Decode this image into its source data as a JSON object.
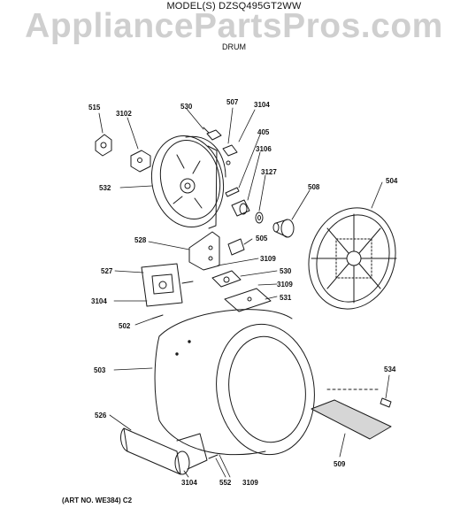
{
  "header": {
    "model_text": "MODEL(S) DZSQ495GT2WW",
    "watermark": "AppliancePartsPros.com",
    "section_title": "DRUM"
  },
  "footer": {
    "art_no": "(ART NO. WE384) C2"
  },
  "callouts": {
    "c515": "515",
    "c3102": "3102",
    "c530a": "530",
    "c507": "507",
    "c3104a": "3104",
    "c405": "405",
    "c3106": "3106",
    "c3127": "3127",
    "c508": "508",
    "c504": "504",
    "c532": "532",
    "c528": "528",
    "c505": "505",
    "c3109a": "3109",
    "c530b": "530",
    "c3109b": "3109",
    "c531": "531",
    "c527": "527",
    "c3104b": "3104",
    "c502": "502",
    "c503": "503",
    "c534": "534",
    "c526": "526",
    "c509": "509",
    "c3104c": "3104",
    "c552": "552",
    "c3109c": "3109"
  },
  "colors": {
    "line": "#1a1a1a",
    "watermark": "#cfcfcf",
    "shade": "#d6d6d6"
  }
}
